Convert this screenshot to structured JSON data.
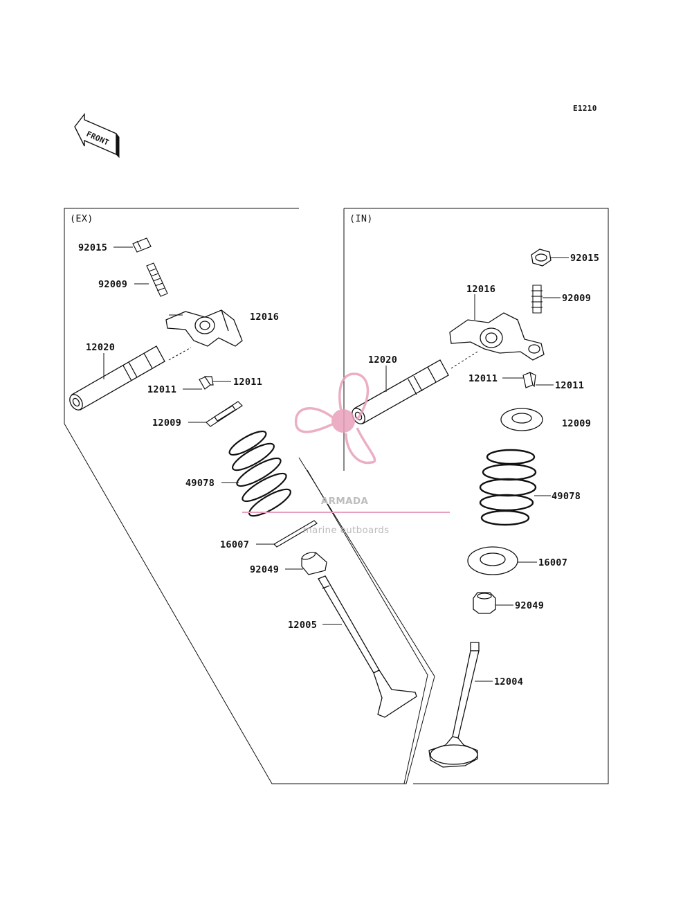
{
  "diagram_code": "E1210",
  "front_label": "FRONT",
  "groups": [
    {
      "label": "(EX)",
      "parts": [
        {
          "code": "92015"
        },
        {
          "code": "92009"
        },
        {
          "code": "12016"
        },
        {
          "code": "12020"
        },
        {
          "code": "12011"
        },
        {
          "code": "12011"
        },
        {
          "code": "12009"
        },
        {
          "code": "49078"
        },
        {
          "code": "16007"
        },
        {
          "code": "92049"
        },
        {
          "code": "12005"
        }
      ]
    },
    {
      "label": "(IN)",
      "parts": [
        {
          "code": "92015"
        },
        {
          "code": "12016"
        },
        {
          "code": "92009"
        },
        {
          "code": "12020"
        },
        {
          "code": "12011"
        },
        {
          "code": "12011"
        },
        {
          "code": "12009"
        },
        {
          "code": "49078"
        },
        {
          "code": "16007"
        },
        {
          "code": "92049"
        },
        {
          "code": "12004"
        }
      ]
    }
  ],
  "watermark": {
    "brand": "ARMADA",
    "tagline": "marine outboards",
    "logo_color": "#e8a0bc",
    "text_color": "#bdbdbd"
  }
}
